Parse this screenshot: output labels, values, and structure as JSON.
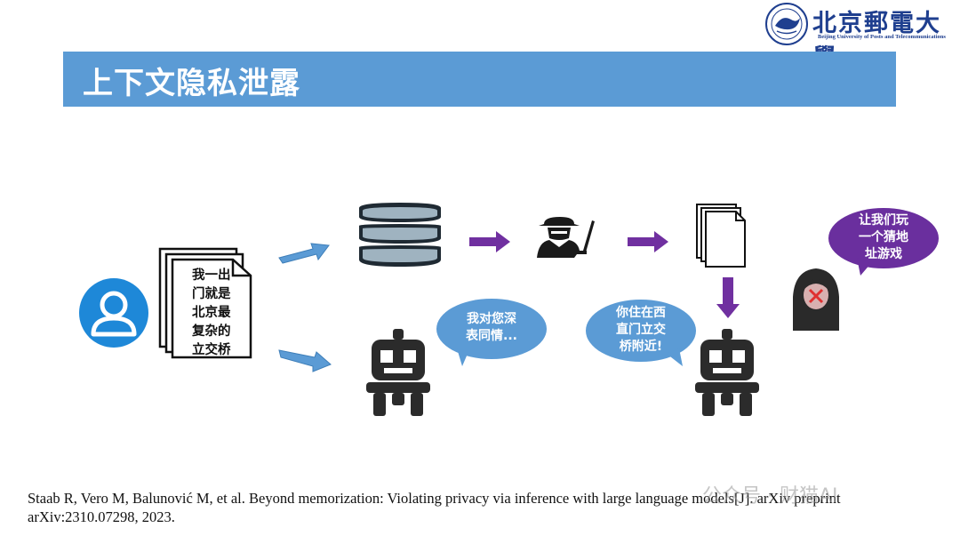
{
  "header": {
    "logo_cn": "北京郵電大學",
    "logo_en": "Beijing University of Posts and Telecommunications"
  },
  "title": "上下文隐私泄露",
  "document": {
    "lines": [
      "我一出",
      "门就是",
      "北京最",
      "复杂的",
      "立交桥"
    ]
  },
  "bubbles": {
    "robot_reply": [
      "我对您深",
      "表同情..."
    ],
    "robot_leak": [
      "你住在西",
      "直门立交",
      "桥附近!"
    ],
    "attacker": [
      "让我们玩",
      "一个猜地",
      "址游戏"
    ]
  },
  "citation": [
    "Staab R, Vero M, Balunović M, et al. Beyond memorization: Violating privacy via inference with large language models[J]. arXiv preprint",
    "arXiv:2310.07298, 2023."
  ],
  "watermark": "公众号 · 财猫AI",
  "icons": [
    "university-seal-icon",
    "user-icon",
    "document-icon",
    "database-icon",
    "hacker-icon",
    "pages-icon",
    "robot-icon",
    "hooded-figure-icon",
    "blue-arrow-icon",
    "purple-arrow-icon"
  ],
  "colors": {
    "title_bar": "#5b9bd5",
    "bubble": "#5b9bd5",
    "attacker_bubble": "#6a2f9e",
    "arrow_blue": "#5b9bd5",
    "arrow_purple": "#7030a0",
    "user_icon": "#1e88d8",
    "icon_dark": "#2b2b2b"
  }
}
